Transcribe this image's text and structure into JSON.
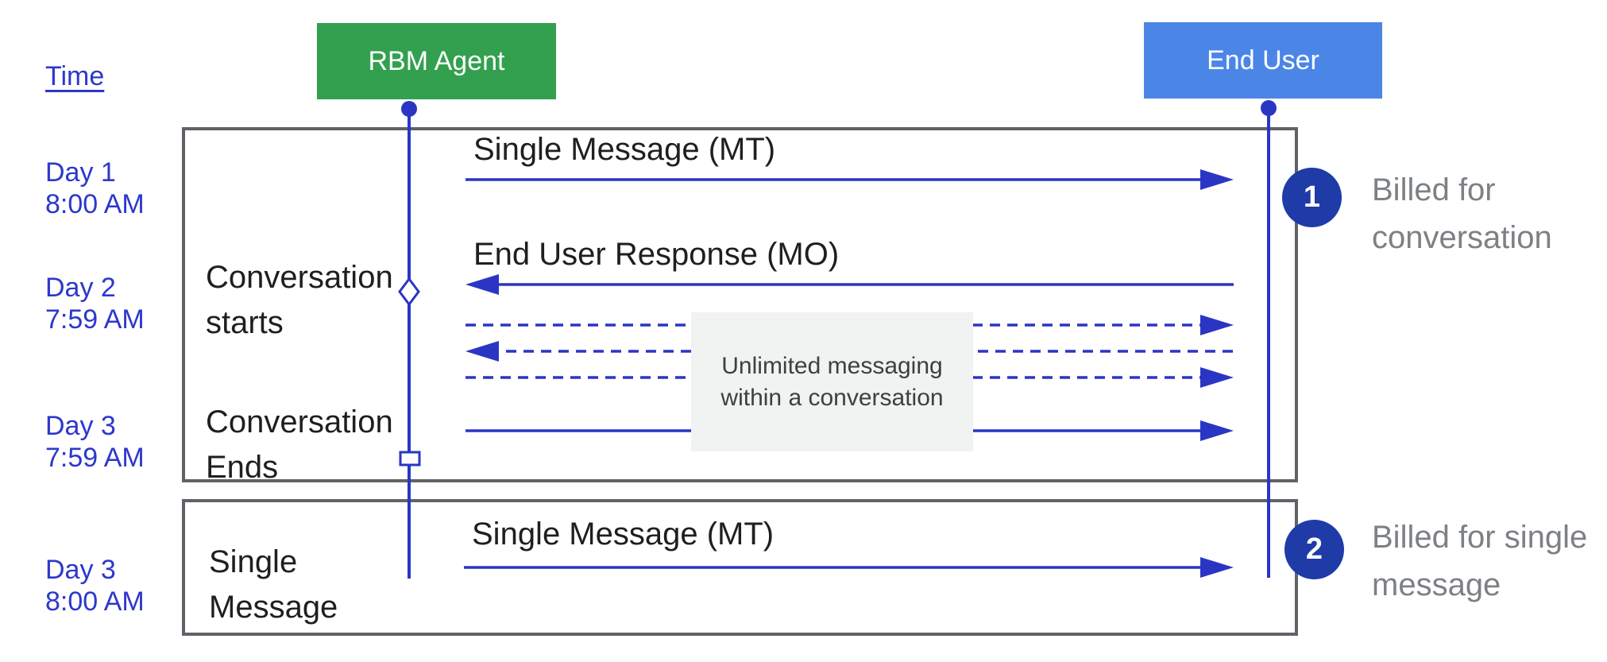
{
  "header": {
    "time_label": "Time",
    "actors": [
      {
        "name": "RBM Agent",
        "color": "#33a04f"
      },
      {
        "name": "End User",
        "color": "#4b86e7"
      }
    ]
  },
  "timeline": [
    {
      "day": "Day 1",
      "time": "8:00 AM"
    },
    {
      "day": "Day 2",
      "time": "7:59 AM"
    },
    {
      "day": "Day 3",
      "time": "7:59 AM"
    },
    {
      "day": "Day 3",
      "time": "8:00 AM"
    }
  ],
  "conversation_box": {
    "phase_start": "Conversation starts",
    "phase_end": "Conversation Ends",
    "messages": {
      "mt": "Single Message (MT)",
      "mo": "End User Response (MO)"
    },
    "note": "Unlimited messaging within a conversation"
  },
  "single_message_box": {
    "phase": "Single Message",
    "message_mt": "Single Message (MT)"
  },
  "annotations": [
    {
      "number": "1",
      "label": "Billed for conversation"
    },
    {
      "number": "2",
      "label": "Billed for single message"
    }
  ],
  "colors": {
    "agent_green": "#33a04f",
    "end_user_blue": "#4b86e7",
    "line_blue": "#2a36c3",
    "label_blue": "#2c38cc",
    "badge_navy": "#1e3ba8",
    "frame_gray": "#5f6368",
    "note_background": "#f1f2f2",
    "billed_text_gray": "#7d8084"
  }
}
